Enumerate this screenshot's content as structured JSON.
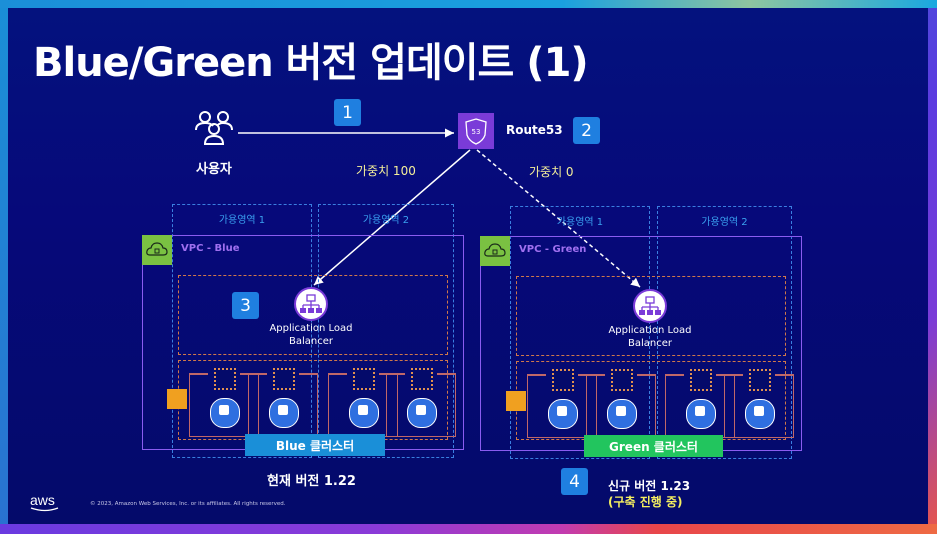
{
  "title": "Blue/Green 버전 업데이트 (1)",
  "user": {
    "label": "사용자",
    "icon": "users-icon"
  },
  "route53": {
    "label": "Route53",
    "icon": "route53-shield-icon"
  },
  "steps": [
    "1",
    "2",
    "3",
    "4"
  ],
  "weights": {
    "blue": "가중치 100",
    "green": "가중치 0"
  },
  "blue": {
    "vpc_label": "VPC - Blue",
    "az": [
      "가용영역 1",
      "가용영역 2"
    ],
    "alb_label_line1": "Application Load",
    "alb_label_line2": "Balancer",
    "cluster_label": "Blue 클러스터",
    "version_label": "현재 버전 1.22",
    "color": "#1a8fd8"
  },
  "green": {
    "vpc_label": "VPC - Green",
    "az": [
      "가용영역 1",
      "가용영역 2"
    ],
    "alb_label_line1": "Application Load",
    "alb_label_line2": "Balancer",
    "cluster_label": "Green 클러스터",
    "version_label": "신규 버전 1.23",
    "status_label": "(구축 진행 중)",
    "color": "#22c55e"
  },
  "footer": {
    "logo": "aws",
    "copyright": "© 2023, Amazon Web Services, Inc. or its affiliates. All rights reserved."
  }
}
